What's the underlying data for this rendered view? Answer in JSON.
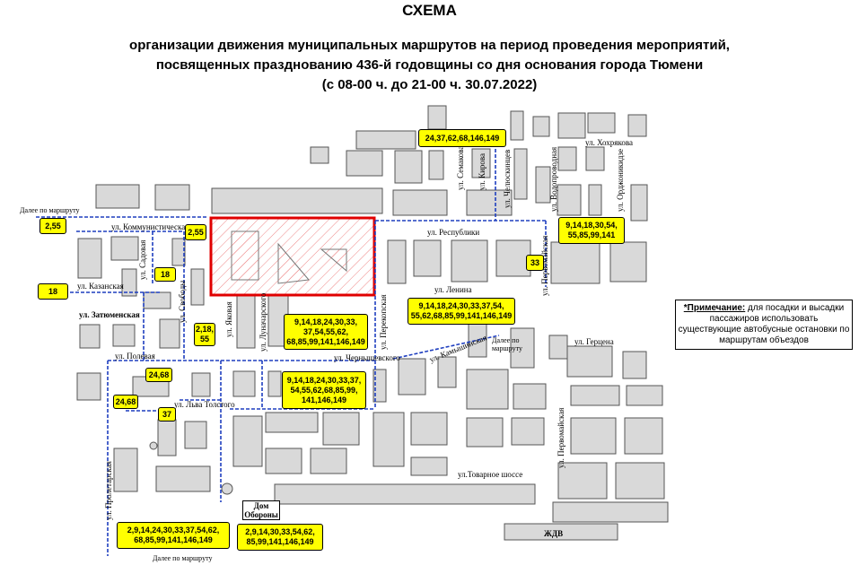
{
  "title": {
    "line1": "СХЕМА",
    "line2": "организации движения муниципальных маршрутов на период проведения мероприятий,",
    "line3": "посвященных празднованию 436-й годовщины со дня основания города Тюмени",
    "line4": "(с 08-00 ч. до 21-00 ч. 30.07.2022)"
  },
  "streets": {
    "khokhryakova": "ул. Хохрякова",
    "semakova": "ул. Семакова",
    "kirova": "ул. Кирова",
    "chelyuskintsev": "ул. Челюскинцев",
    "vodoprovodnaya": "ул. Водопроводная",
    "ordzhonikidze": "ул. Орджоникидзе",
    "kommunisticheskaya": "ул. Коммунистическая",
    "respubliki": "ул. Республики",
    "sadovaya": "ул. Садовая",
    "kazanskaya": "ул. Казанская",
    "zatyumenskaya": "ул. Затюменская",
    "svobody": "ул. Свободы",
    "yakovaya": "ул. Яковая",
    "luncharskogo": "ул. Луначарского",
    "perekopskaya": "ул. Перекопская",
    "lenina": "ул. Ленина",
    "pervomayskaya": "ул. Первомайская",
    "gertsena": "ул. Герцена",
    "kamyshinskaya": "ул. Камышинская",
    "chernyshevskogo": "ул. Чернышевского",
    "polevaya": "ул. Полевая",
    "lva_tolstogo": "ул. Льва Толстого",
    "proletarskaya": "ул. Пролетарская",
    "tovarnoe": "ул.Товарное шоссе",
    "pervomayskaya2": "ул. Первомайская",
    "zhdv": "ЖДВ"
  },
  "labels": {
    "dalee_top": "Далее по маршруту",
    "dalee_kamysh": "Далее по маршруту",
    "dalee_bottom": "Далее по маршруту",
    "dom_oborony": "Дом Обороны"
  },
  "routes": {
    "r_top": "24,37,62,68,146,149",
    "r_255_left": "2,55",
    "r_255_mid": "2,55",
    "r_18_left": "18",
    "r_18_mid": "18",
    "r_right_top": "9,14,18,30,54,\n55,85,99,141",
    "r_33": "33",
    "r_lenina": "9,14,18,24,30,33,37,54,\n55,62,68,85,99,141,146,149",
    "r_center": "9,14,18,24,30,33,\n37,54,55,62,\n68,85,99,141,146,149",
    "r_218_55": "2,18,\n55",
    "r_chern": "9,14,18,24,30,33,37,\n54,55,62,68,85,99,\n141,146,149",
    "r_2468_a": "24,68",
    "r_2468_b": "24,68",
    "r_37": "37",
    "r_bottom_left": "2,9,14,24,30,33,37,54,62,\n68,85,99,141,146,149",
    "r_bottom_mid": "2,9,14,30,33,54,62,\n85,99,141,146,149"
  },
  "note": {
    "heading": "*Примечание:",
    "text": " для посадки и высадки пассажиров использовать существующие автобусные остановки по маршрутам объездов"
  },
  "colors": {
    "route_box": "#ffff00",
    "route_line": "#1f3fbf",
    "closed_zone": "#e00000",
    "building": "#d9d9d9"
  }
}
